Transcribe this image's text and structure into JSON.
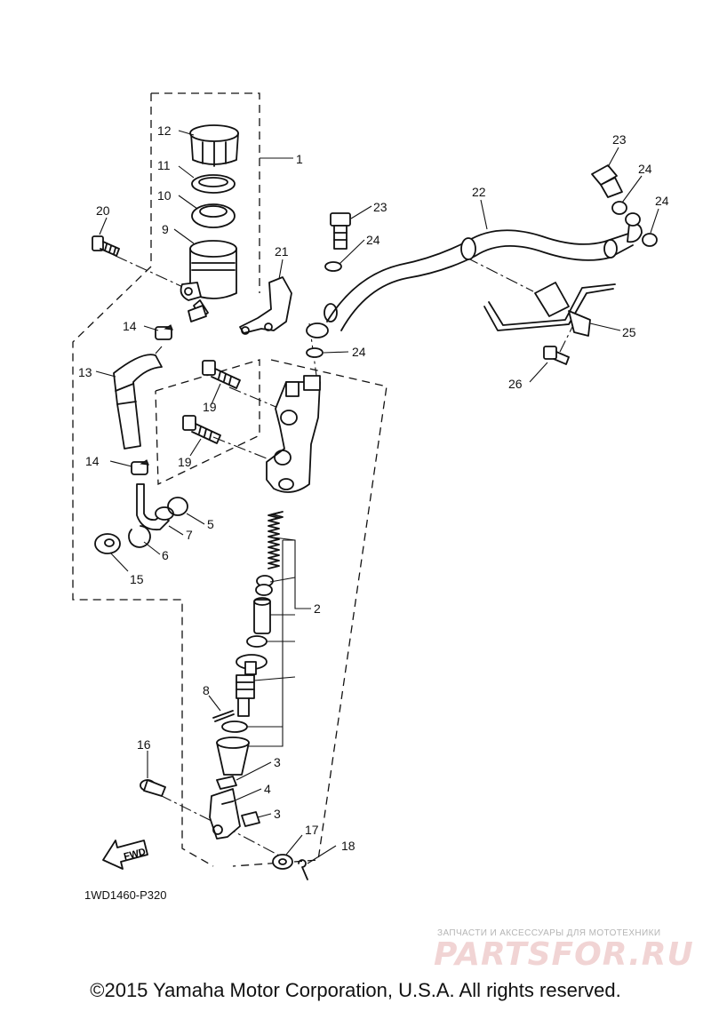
{
  "callouts": {
    "p1": "1",
    "p2": "2",
    "p3a": "3",
    "p3b": "3",
    "p4": "4",
    "p5": "5",
    "p6": "6",
    "p7": "7",
    "p8": "8",
    "p9": "9",
    "p10": "10",
    "p11": "11",
    "p12": "12",
    "p13": "13",
    "p14a": "14",
    "p14b": "14",
    "p15": "15",
    "p16": "16",
    "p17": "17",
    "p18": "18",
    "p19a": "19",
    "p19b": "19",
    "p20": "20",
    "p21": "21",
    "p22": "22",
    "p23a": "23",
    "p23b": "23",
    "p24a": "24",
    "p24b": "24",
    "p24c": "24",
    "p24d": "24",
    "p25": "25",
    "p26": "26"
  },
  "fwd_label": "FWD",
  "diagram_code": "1WD1460-P320",
  "watermark": {
    "tagline": "ЗАПЧАСТИ И АКСЕССУАРЫ ДЛЯ МОТОТЕХНИКИ",
    "logo": "PARTSFOR.RU"
  },
  "copyright": "©2015 Yamaha Motor Corporation, U.S.A. All rights reserved."
}
